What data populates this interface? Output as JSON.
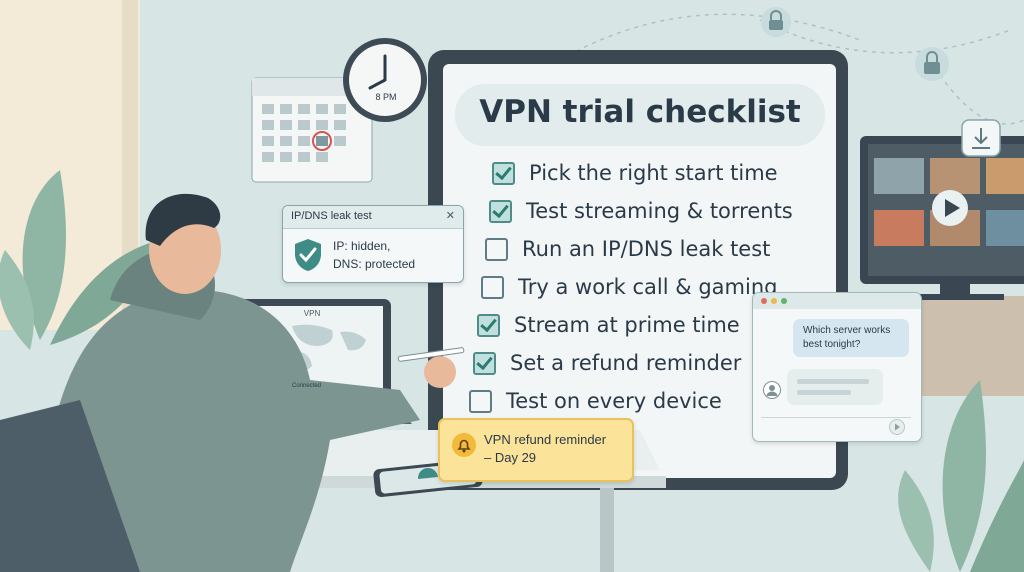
{
  "checklist": {
    "title": "VPN trial checklist",
    "items": [
      {
        "label": "Pick the right start time",
        "checked": true
      },
      {
        "label": "Test streaming & torrents",
        "checked": true
      },
      {
        "label": "Run an IP/DNS leak test",
        "checked": false
      },
      {
        "label": "Try a work call & gaming",
        "checked": false
      },
      {
        "label": "Stream at prime time",
        "checked": true
      },
      {
        "label": "Set a refund reminder",
        "checked": true
      },
      {
        "label": "Test on every device",
        "checked": false
      }
    ]
  },
  "leak_test": {
    "title": "IP/DNS leak test",
    "close_symbol": "✕",
    "line1": "IP: hidden,",
    "line2": "DNS: protected"
  },
  "clock": {
    "label": "8 PM"
  },
  "laptop": {
    "title": "VPN",
    "status": "Connected"
  },
  "reminder": {
    "line1": "VPN refund reminder",
    "line2": "– Day 29"
  },
  "chat": {
    "message_line1": "Which server works",
    "message_line2": "best tonight?"
  },
  "colors": {
    "accent": "#4f8c88",
    "reminder_bg": "#fbe39a",
    "screen_bg": "#f4f6f6"
  }
}
